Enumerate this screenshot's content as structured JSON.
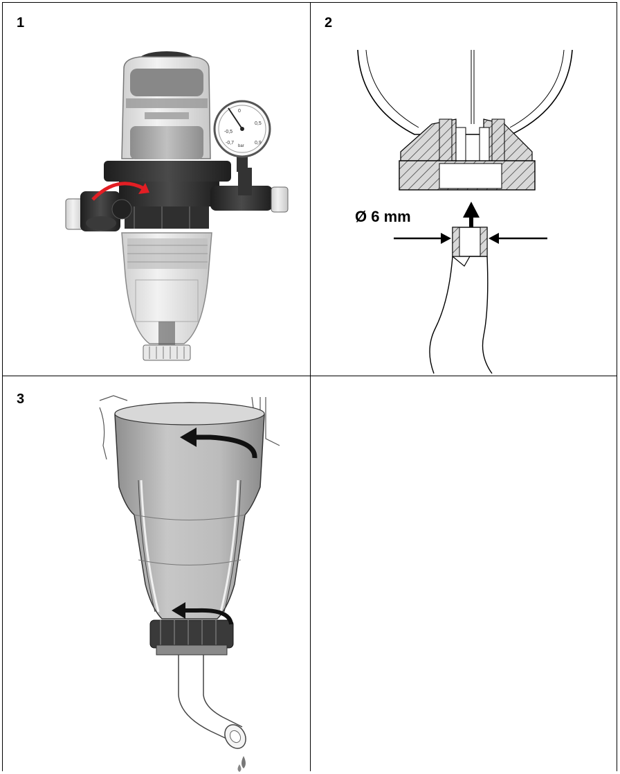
{
  "steps": [
    {
      "number": "1"
    },
    {
      "number": "2",
      "dimension_label": "Ø 6 mm"
    },
    {
      "number": "3"
    }
  ],
  "gauge": {
    "scale": [
      "-0,5",
      "0",
      "0,5",
      "-0,7",
      "0,9"
    ],
    "unit": "bar"
  },
  "colors": {
    "rotation_arrow": "#e31e24",
    "hatch": "#555555",
    "bowl_gray": "#b8b8b8",
    "housing_black": "#2a2a2a"
  }
}
